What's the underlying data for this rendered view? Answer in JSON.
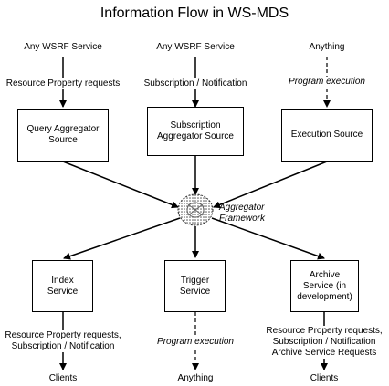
{
  "title": "Information Flow in WS-MDS",
  "sources": {
    "left_input": "Any WSRF Service",
    "center_input": "Any WSRF Service",
    "right_input": "Anything",
    "left_edge": "Resource Property requests",
    "center_edge": "Subscription / Notification",
    "right_edge": "Program execution"
  },
  "boxes": {
    "query_aggregator": "Query Aggregator Source",
    "subscription_aggregator_line1": "Subscription",
    "subscription_aggregator_line2": "Aggregator Source",
    "execution_source": "Execution Source",
    "index_line1": "Index",
    "index_line2": "Service",
    "trigger_line1": "Trigger",
    "trigger_line2": "Service",
    "archive_line1": "Archive",
    "archive_line2": "Service (in",
    "archive_line3": "development)"
  },
  "framework": {
    "line1": "Aggregator",
    "line2": "Framework"
  },
  "outputs": {
    "left_edge_line1": "Resource Property requests,",
    "left_edge_line2": "Subscription / Notification",
    "center_edge": "Program execution",
    "right_edge_line1": "Resource Property requests,",
    "right_edge_line2": "Subscription / Notification",
    "right_edge_line3": "Archive Service Requests",
    "left_target": "Clients",
    "center_target": "Anything",
    "right_target": "Clients"
  }
}
